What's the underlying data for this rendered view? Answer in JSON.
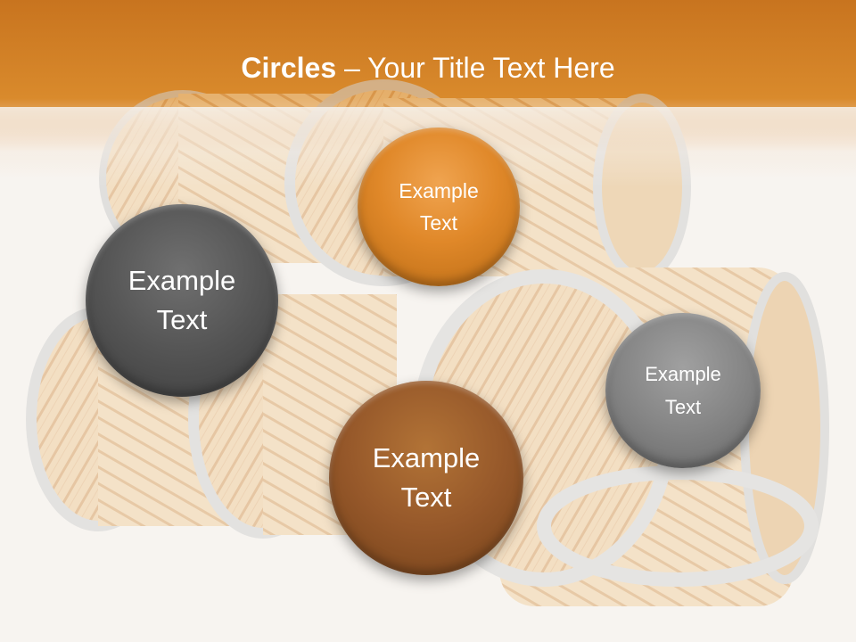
{
  "slide": {
    "title_bold": "Circles",
    "title_rest": " – Your Title Text Here"
  },
  "circles": [
    {
      "id": "top",
      "line1": "Example",
      "line2": "Text",
      "color": "#e08829"
    },
    {
      "id": "left",
      "line1": "Example",
      "line2": "Text",
      "color": "#555555"
    },
    {
      "id": "center",
      "line1": "Example",
      "line2": "Text",
      "color": "#96582a"
    },
    {
      "id": "right",
      "line1": "Example",
      "line2": "Text",
      "color": "#858585"
    }
  ],
  "colors": {
    "header": "#d98a2c",
    "background": "#f7f4f0"
  },
  "background_image": "wooden-barrels"
}
